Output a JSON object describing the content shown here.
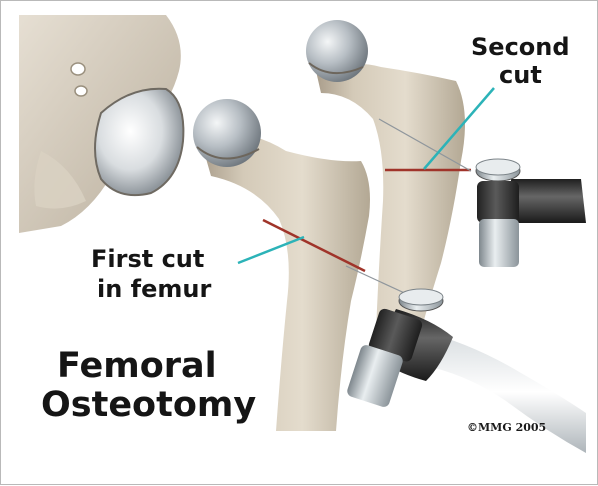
{
  "labels": {
    "second_cut": [
      "Second",
      "cut"
    ],
    "first_cut": [
      "First cut",
      "in femur"
    ],
    "title": [
      "Femoral",
      "Osteotomy"
    ]
  },
  "copyright": "©MMG 2005",
  "colors": {
    "bone": "#ddd3c2",
    "bone_shadow": "#b7ac9a",
    "femoral_head": "#c9cfd4",
    "cut_line": "#a0342a",
    "pointer_line": "#2cb3b8",
    "saw_dark": "#3a3a3a",
    "saw_silver": "#c5ccd0"
  }
}
